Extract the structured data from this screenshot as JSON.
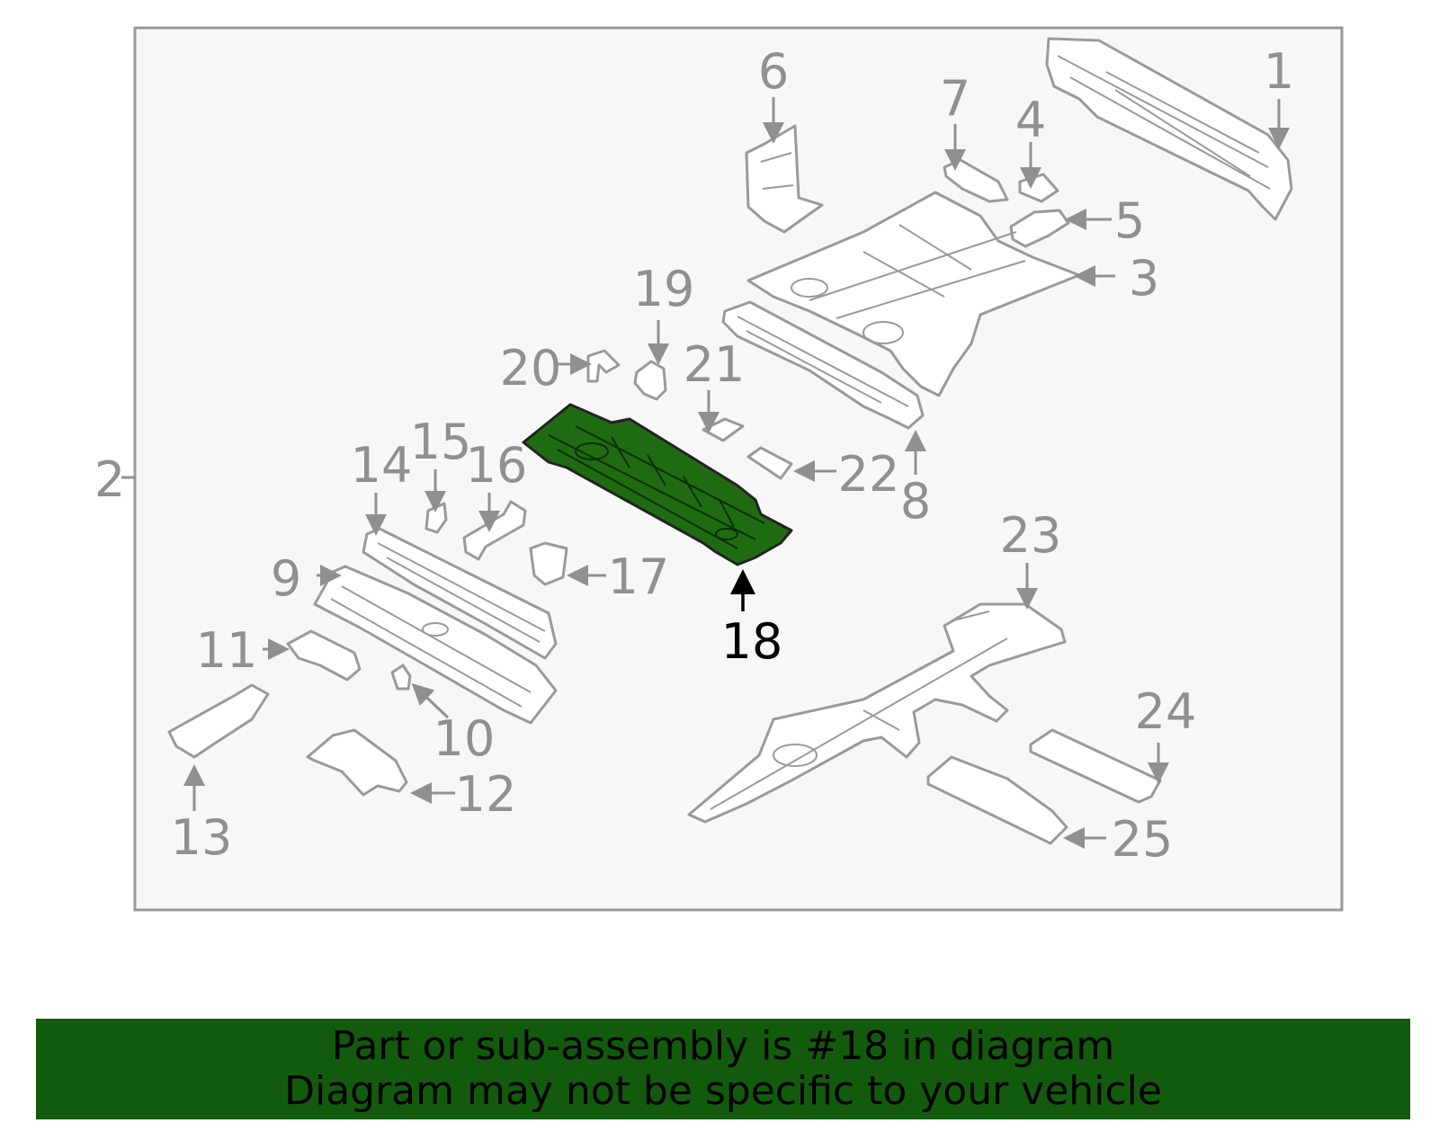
{
  "diagram": {
    "highlighted_part": "18",
    "callouts": [
      "1",
      "2",
      "3",
      "4",
      "5",
      "6",
      "7",
      "8",
      "9",
      "10",
      "11",
      "12",
      "13",
      "14",
      "15",
      "16",
      "17",
      "18",
      "19",
      "20",
      "21",
      "22",
      "23",
      "24",
      "25"
    ]
  },
  "banner": {
    "line1": "Part or sub-assembly is #18 in diagram",
    "line2": "Diagram may not be specific to your vehicle"
  },
  "colors": {
    "highlight": "#1f6b12",
    "banner": "#125b0c",
    "frame": "#999999"
  }
}
